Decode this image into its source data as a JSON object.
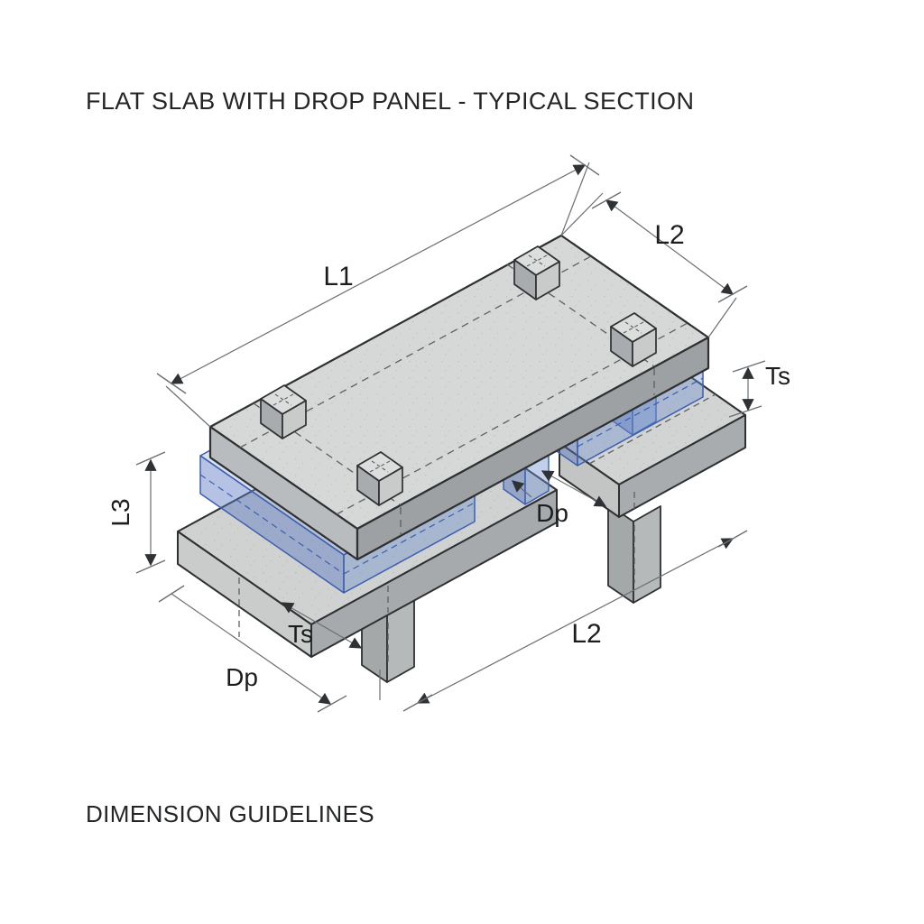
{
  "header": {
    "title": "FLAT SLAB WITH DROP PANEL - TYPICAL SECTION"
  },
  "footer": {
    "caption": "DIMENSION GUIDELINES"
  },
  "diagram": {
    "type": "isometric-structural-section",
    "subject": "flat slab with drop panels on columns",
    "dimension_labels": {
      "span_l1": "L1",
      "span_l2_top": "L2",
      "slab_thickness_right": "Ts",
      "left_height_l3": "L3",
      "drop_panel_mid": "Dp",
      "slab_thickness_bottom": "Ts",
      "span_l2_bottom": "L2",
      "drop_panel_bottom_left": "Dp"
    },
    "colors": {
      "background": "#ffffff",
      "slab_top_face": "#d6d8d7",
      "slab_side_face": "#b9bcbe",
      "slab_front_face": "#9da1a3",
      "lower_slab_light_face": "#c9cccb",
      "lower_slab_dark_face": "#a6aaac",
      "column_face": "#b6b9ba",
      "drop_panel_blue_fill": "#6e8fd0",
      "drop_panel_blue_edge": "#3c5fae",
      "edge_line": "#2e3031",
      "dashed_line": "#5c6063",
      "dimension_line": "#6b6f73",
      "text": "#1f2122"
    }
  }
}
